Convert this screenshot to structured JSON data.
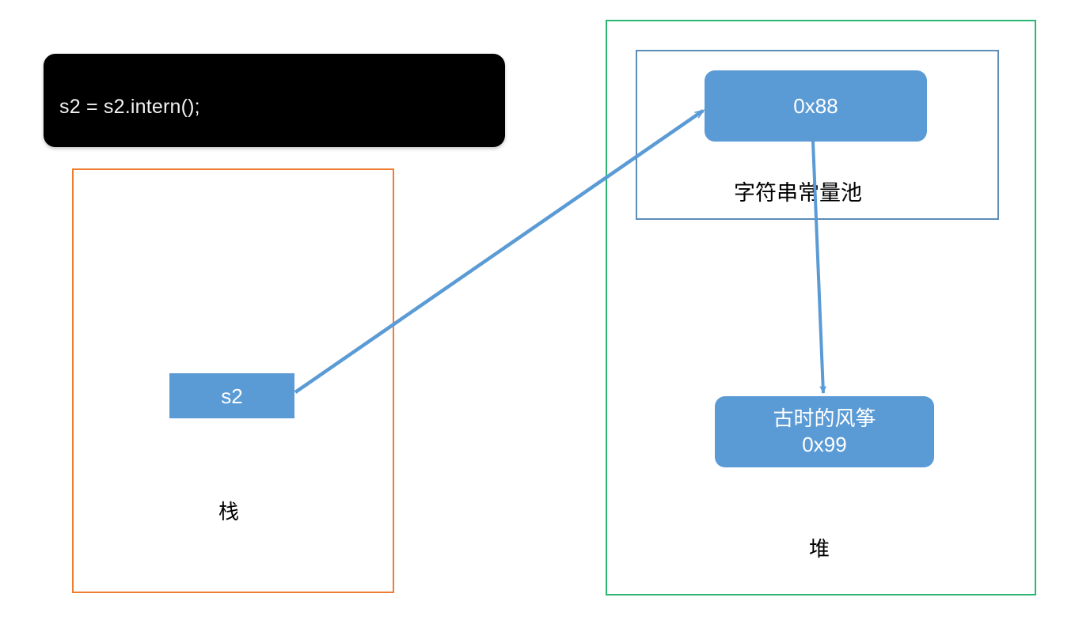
{
  "diagram": {
    "title_code": "s2 = s2.intern();",
    "code_box": {
      "text": "s2 = s2.intern();",
      "bg_color": "#000000",
      "text_color": "#F2F2F2"
    },
    "regions": [
      {
        "id": "stack",
        "caption": "栈",
        "border_color": "#ED7D31"
      },
      {
        "id": "heap",
        "caption": "堆",
        "border_color": "#2BB673"
      },
      {
        "id": "string-constant-pool",
        "caption": "字符串常量池",
        "border_color": "#5B8DB8"
      }
    ],
    "nodes": [
      {
        "id": "stack-var-s2",
        "label": "s2",
        "fill_color": "#5B9BD5",
        "text_color": "#FFFFFF",
        "shape": "rectangle"
      },
      {
        "id": "pool-entry",
        "label": "0x88",
        "fill_color": "#5B9BD5",
        "text_color": "#FFFFFF",
        "shape": "rounded-rectangle"
      },
      {
        "id": "heap-object",
        "label_line1": "古时的风筝",
        "label_line2": "0x99",
        "fill_color": "#5B9BD5",
        "text_color": "#FFFFFF",
        "shape": "rounded-rectangle"
      }
    ],
    "edges": [
      {
        "id": "s2-to-pool-entry",
        "from": "stack-var-s2",
        "to": "pool-entry",
        "color": "#5B9BD5",
        "arrowhead": "open"
      },
      {
        "id": "pool-entry-to-heap-object",
        "from": "pool-entry",
        "to": "heap-object",
        "color": "#5B9BD5",
        "arrowhead": "solid"
      }
    ]
  }
}
